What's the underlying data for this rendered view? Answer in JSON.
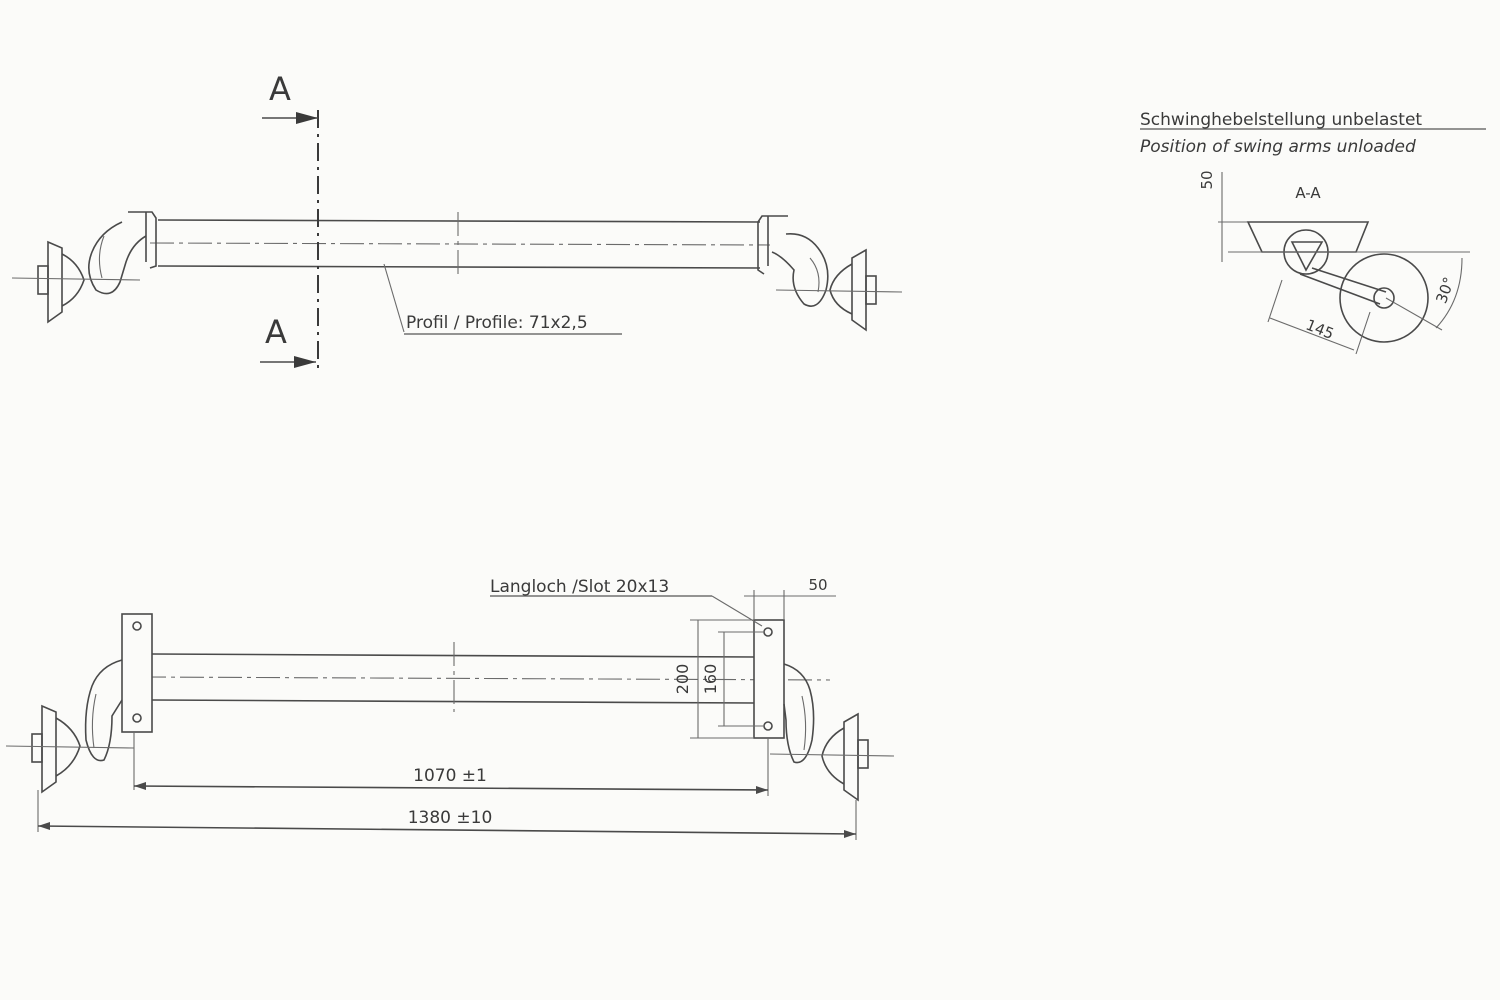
{
  "top_view": {
    "section_mark_top": "A",
    "section_mark_bottom": "A",
    "profile_label": "Profil / Profile: 71x2,5"
  },
  "section_view": {
    "title_de": "Schwinghebelstellung unbelastet",
    "title_en": "Position of swing arms unloaded",
    "section_name": "A-A",
    "dim_height": "50",
    "dim_arm": "145",
    "dim_angle": "30°"
  },
  "front_view": {
    "slot_label": "Langloch /Slot 20x13",
    "dim_width": "50",
    "dim_200": "200",
    "dim_160": "160",
    "dim_1070": "1070 ±1",
    "dim_1380": "1380 ±10"
  }
}
